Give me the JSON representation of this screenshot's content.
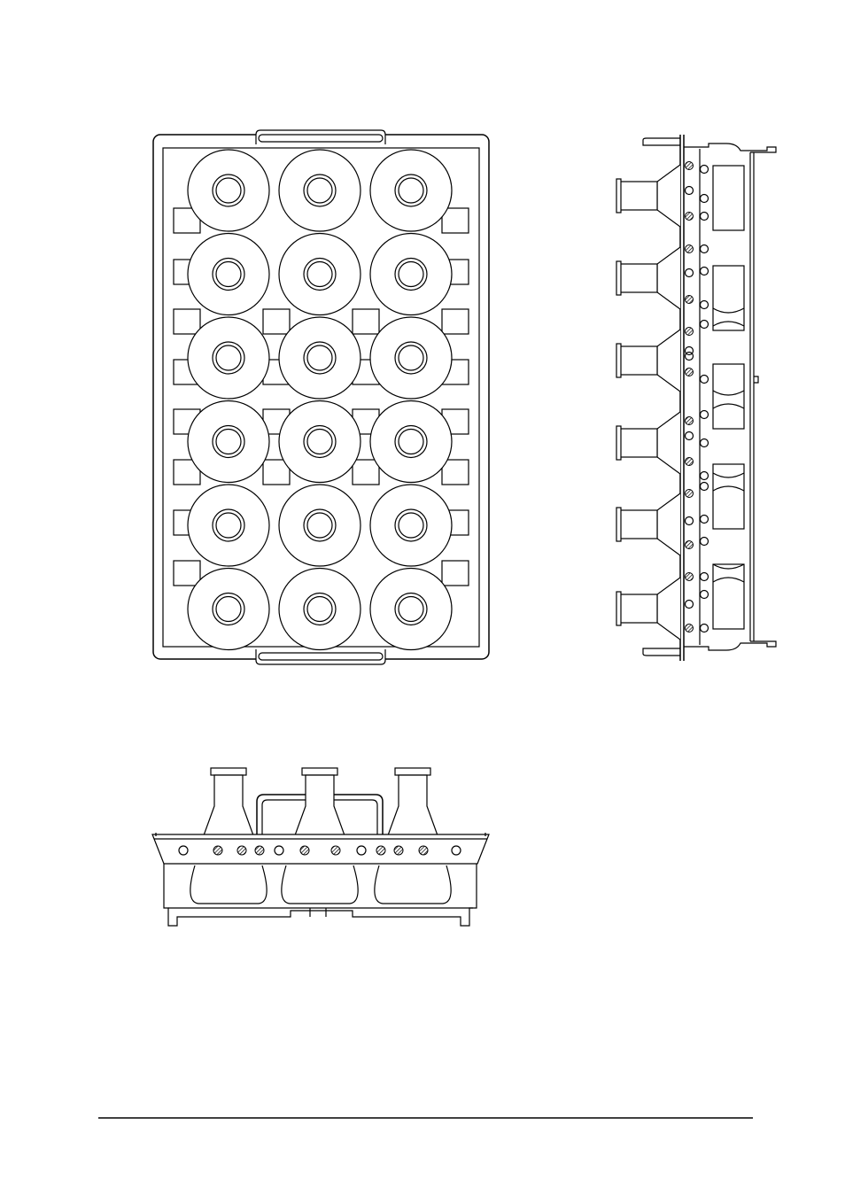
{
  "drawing": {
    "views": [
      "top-view",
      "side-view",
      "front-view"
    ],
    "rack": {
      "rows": 6,
      "cols": 3,
      "flask_count_front": 3
    },
    "line_color": "#000000",
    "background": "#ffffff"
  }
}
